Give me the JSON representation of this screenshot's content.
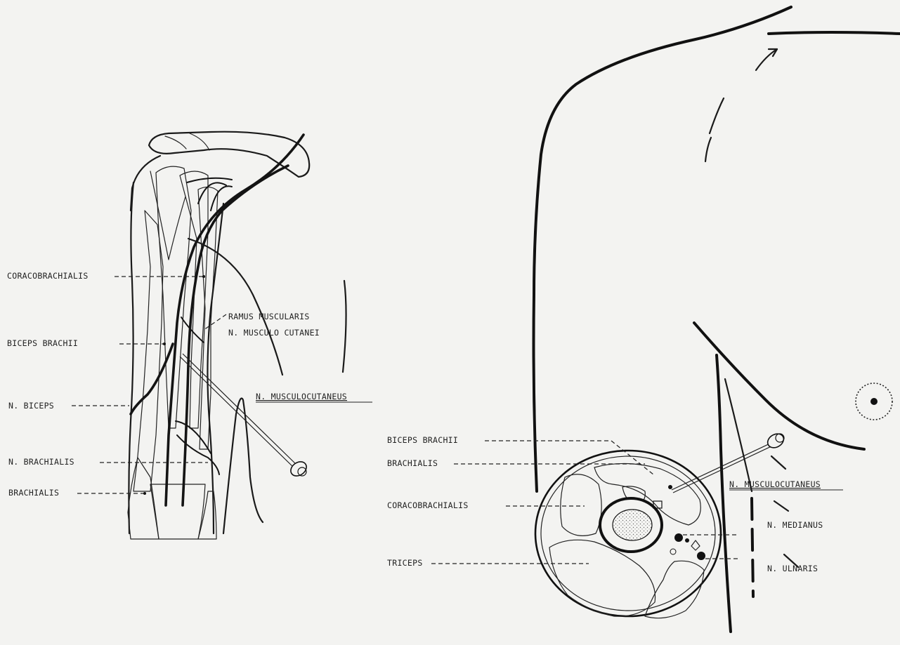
{
  "left_view": {
    "labels": {
      "coracobrachialis": "CORACOBRACHIALIS",
      "ramus_line1": "RAMUS MUSCULARIS",
      "ramus_line2": "N. MUSCULO CUTANEI",
      "biceps_brachii": "BICEPS BRACHII",
      "n_biceps": "N. BICEPS",
      "n_musculocutaneus": "N. MUSCULOCUTANEUS",
      "n_brachialis": "N. BRACHIALIS",
      "brachialis": "BRACHIALIS"
    }
  },
  "right_view": {
    "labels": {
      "biceps_brachii": "BICEPS BRACHII",
      "brachialis": "BRACHIALIS",
      "n_musculocutaneus": "N. MUSCULOCUTANEUS",
      "coracobrachialis": "CORACOBRACHIALIS",
      "n_medianus": "N. MEDIANUS",
      "triceps": "TRICEPS",
      "n_ulnaris": "N. ULNARIS"
    }
  },
  "colors": {
    "background": "#f3f3f1",
    "ink": "#111111",
    "stipple": "#555555"
  }
}
